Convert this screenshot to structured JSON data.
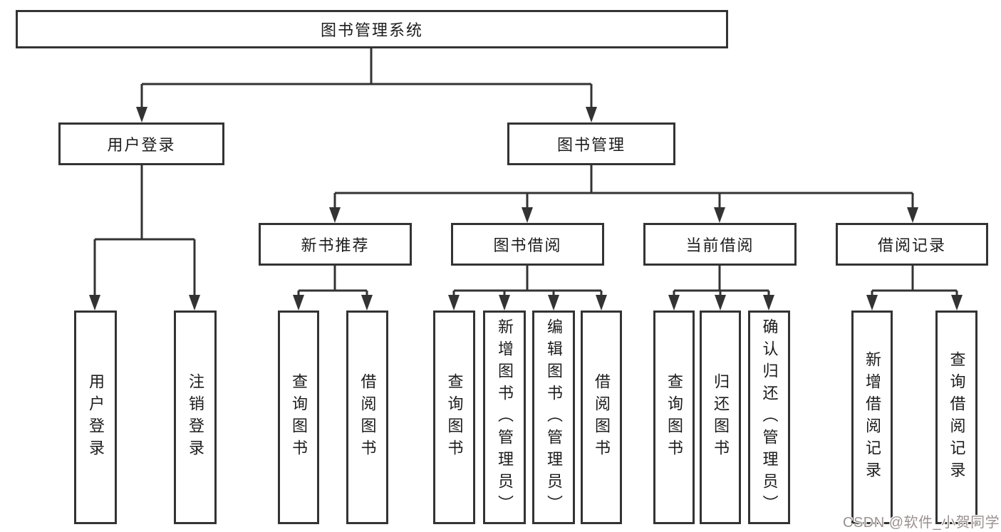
{
  "diagram": {
    "tree": {
      "label": "图书管理系统",
      "children": [
        {
          "label": "用户登录",
          "children": [
            {
              "label": "用户登录"
            },
            {
              "label": "注销登录"
            }
          ]
        },
        {
          "label": "图书管理",
          "children": [
            {
              "label": "新书推荐",
              "children": [
                {
                  "label": "查询图书"
                },
                {
                  "label": "借阅图书"
                }
              ]
            },
            {
              "label": "图书借阅",
              "children": [
                {
                  "label": "查询图书"
                },
                {
                  "label": "新增图书（管理员）"
                },
                {
                  "label": "编辑图书（管理员）"
                },
                {
                  "label": "借阅图书"
                }
              ]
            },
            {
              "label": "当前借阅",
              "children": [
                {
                  "label": "查询图书"
                },
                {
                  "label": "归还图书"
                },
                {
                  "label": "确认归还（管理员）"
                }
              ]
            },
            {
              "label": "借阅记录",
              "children": [
                {
                  "label": "新增借阅记录"
                },
                {
                  "label": "查询借阅记录"
                }
              ]
            }
          ]
        }
      ]
    },
    "watermark": {
      "text": "CSDN @软件_小贺同学"
    },
    "colors": {
      "line": "#333333",
      "box_border": "#333333",
      "box_background": "#ffffff",
      "text": "#1c1c1c",
      "watermark_text": "#9b9090",
      "background": "#ffffff"
    }
  }
}
